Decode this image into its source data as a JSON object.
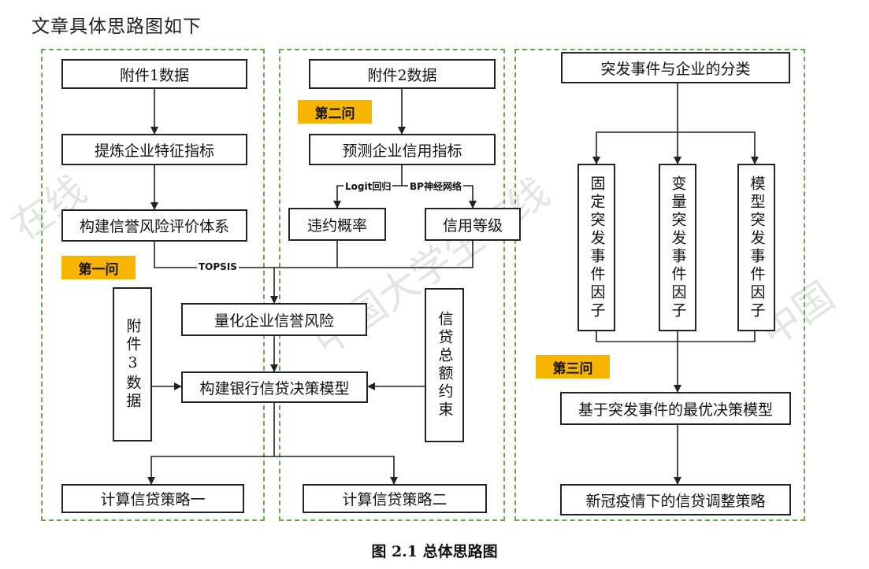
{
  "heading": "文章具体思路图如下",
  "caption": "图 2.1  总体思路图",
  "watermarks": [
    "在线",
    "中国大学生在线",
    "中国"
  ],
  "colors": {
    "panel_border": "#6aa84f",
    "tag_bg": "#f7b500",
    "line": "#222222"
  },
  "panel1": {
    "tag": "第一问",
    "data1": "附件1数据",
    "extract": "提炼企业特征指标",
    "system": "构建信誉风险评价体系",
    "data3": "附件3数据",
    "calc1": "计算信贷策略一"
  },
  "panel2": {
    "tag": "第二问",
    "data2": "附件2数据",
    "predict": "预测企业信用指标",
    "default_prob": "违约概率",
    "credit_level": "信用等级",
    "logit_label": "Logit回归",
    "bp_label": "BP神经网络",
    "constraint": "信贷总额约束",
    "calc2": "计算信贷策略二"
  },
  "center": {
    "topsis_label": "TOPSIS",
    "quantify": "量化企业信誉风险",
    "model": "构建银行信贷决策模型"
  },
  "panel3": {
    "tag": "第三问",
    "classify": "突发事件与企业的分类",
    "fixed": "固定突发事件因子",
    "variable": "变量突发事件因子",
    "model_factor": "模型突发事件因子",
    "optimal": "基于突发事件的最优决策模型",
    "covid": "新冠疫情下的信贷调整策略"
  }
}
